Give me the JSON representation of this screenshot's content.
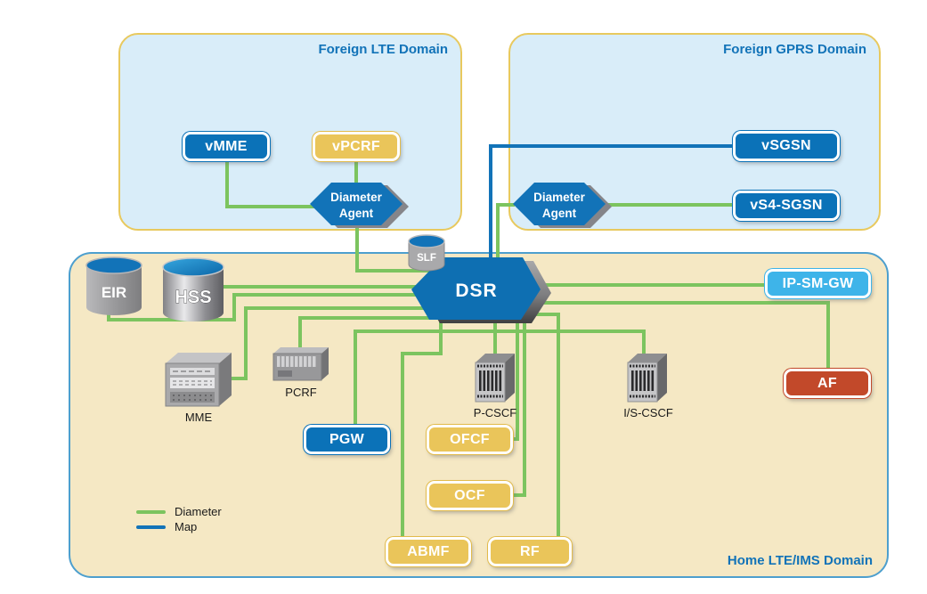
{
  "domains": {
    "foreign_lte": {
      "title": "Foreign LTE Domain"
    },
    "foreign_gprs": {
      "title": "Foreign GPRS Domain"
    },
    "home": {
      "title": "Home LTE/IMS Domain"
    }
  },
  "nodes": {
    "vmme": {
      "label": "vMME"
    },
    "vpcrf": {
      "label": "vPCRF"
    },
    "diameter_agent_lte": {
      "line1": "Diameter",
      "line2": "Agent"
    },
    "diameter_agent_gprs": {
      "line1": "Diameter",
      "line2": "Agent"
    },
    "vsgsn": {
      "label": "vSGSN"
    },
    "vs4_sgsn": {
      "label": "vS4-SGSN"
    },
    "dsr": {
      "label": "DSR"
    },
    "slf": {
      "label": "SLF"
    },
    "eir": {
      "label": "EIR"
    },
    "hss": {
      "label": "HSS"
    },
    "ip_sm_gw": {
      "label": "IP-SM-GW"
    },
    "af": {
      "label": "AF"
    },
    "mme": {
      "label": "MME"
    },
    "pcrf": {
      "label": "PCRF"
    },
    "pgw": {
      "label": "PGW"
    },
    "ofcf": {
      "label": "OFCF"
    },
    "ocf": {
      "label": "OCF"
    },
    "abmf": {
      "label": "ABMF"
    },
    "rf": {
      "label": "RF"
    },
    "p_cscf": {
      "label": "P-CSCF"
    },
    "is_cscf": {
      "label": "I/S-CSCF"
    }
  },
  "legend": {
    "items": [
      {
        "label": "Diameter",
        "color": "#7CC45F"
      },
      {
        "label": "Map",
        "color": "#1273B8"
      }
    ]
  },
  "colors": {
    "node_blue": "#0B72B8",
    "node_yellow": "#EAC55A",
    "node_sky": "#3EB4E9",
    "node_red": "#C2492A",
    "diameter_line": "#7CC45F",
    "map_line": "#1273B8",
    "foreign_domain_fill": "#D9EDF9",
    "foreign_domain_border": "#E8C95E",
    "home_domain_fill": "#F5E8C4",
    "home_domain_border": "#4D9FCE",
    "title_text": "#1273B8"
  }
}
